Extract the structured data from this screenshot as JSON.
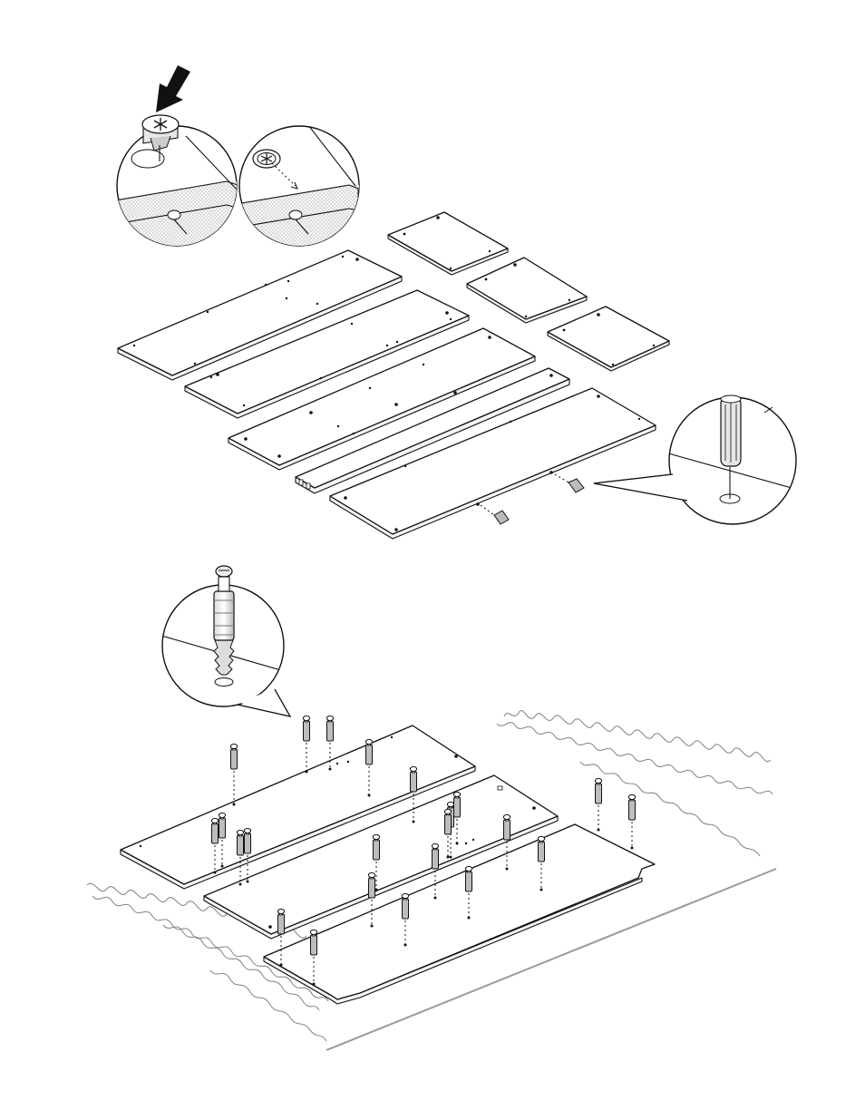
{
  "colors": {
    "line": "#111111",
    "background": "#ffffff",
    "rug": "#9a9a9a",
    "particle_board": "#e9e9e9"
  },
  "icons": [
    "down-arrow-icon",
    "cam-lock-icon",
    "wood-dowel-icon",
    "cam-bolt-icon"
  ],
  "diagram": {
    "type": "wordless-assembly-instruction",
    "steps": [
      {
        "id": "insert-cam-locks",
        "parts": [
          "cam-lock"
        ],
        "detail_views": 2,
        "panels": {
          "long": 4,
          "square": 3
        }
      },
      {
        "id": "insert-wood-dowels",
        "parts": [
          "wood-dowel"
        ],
        "count": 2,
        "detail_views": 1
      },
      {
        "id": "insert-cam-bolts",
        "parts": [
          "cam-bolt"
        ],
        "count": 23,
        "detail_views": 1,
        "work_surface": "rug"
      }
    ]
  }
}
